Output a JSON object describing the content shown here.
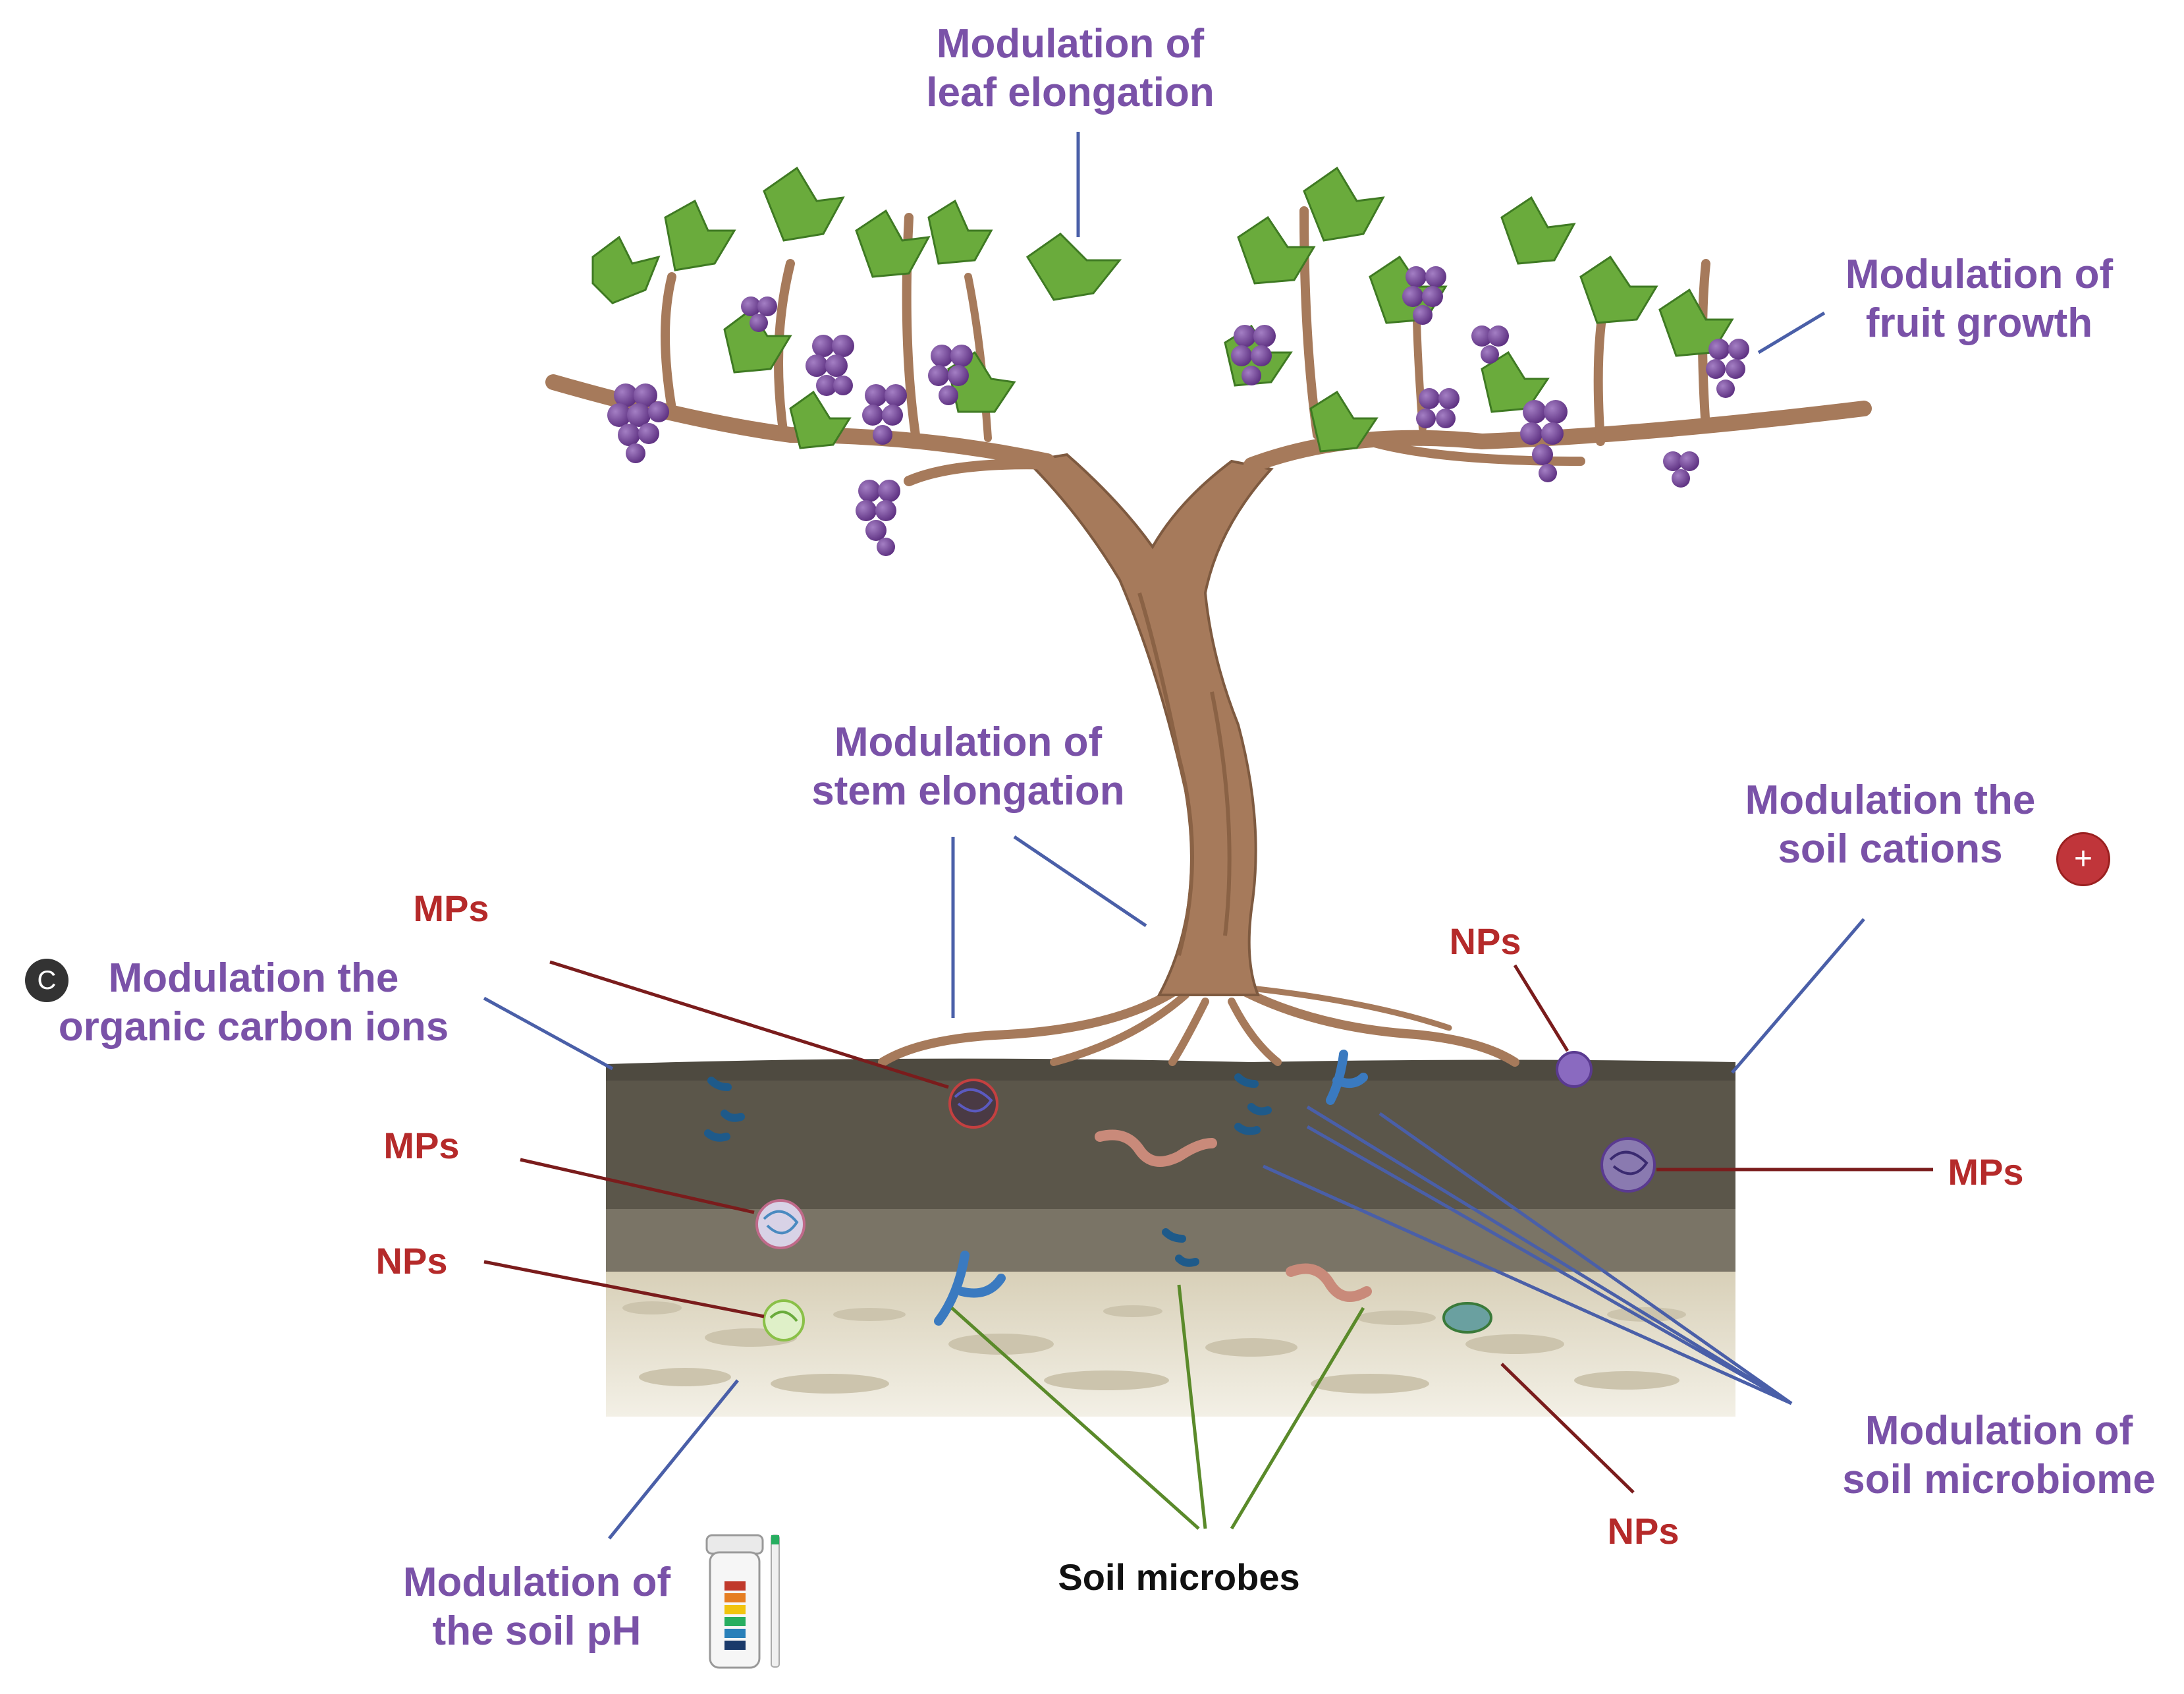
{
  "labels": {
    "leaf": {
      "line1": "Modulation of",
      "line2": "leaf elongation"
    },
    "fruit": {
      "line1": "Modulation of",
      "line2": "fruit growth"
    },
    "stem": {
      "line1": "Modulation of",
      "line2": "stem elongation"
    },
    "cations": {
      "line1": "Modulation the",
      "line2": "soil cations"
    },
    "carbon": {
      "line1": "Modulation the",
      "line2": "organic carbon ions"
    },
    "microbiome": {
      "line1": "Modulation of",
      "line2": "soil microbiome"
    },
    "ph": {
      "line1": "Modulation of",
      "line2": "the soil pH"
    },
    "microbes": "Soil microbes",
    "mps_top": "MPs",
    "mps_left": "MPs",
    "mps_right": "MPs",
    "nps_left": "NPs",
    "nps_top_right": "NPs",
    "nps_bottom_right": "NPs"
  },
  "badges": {
    "carbon": "C",
    "cation": "+"
  },
  "colors": {
    "purple_text": "#7a52a8",
    "red_text": "#b52a2a",
    "blue_line": "#4a5fa8",
    "red_line": "#7a1c1c",
    "green_line": "#5a8a2a",
    "trunk": "#a67a5b",
    "leaf": "#6aab3c",
    "grape": "#6b3f8f",
    "soil_dark": "#5b564a",
    "soil_mid": "#7a7466",
    "soil_light": "#e0d9c4"
  }
}
